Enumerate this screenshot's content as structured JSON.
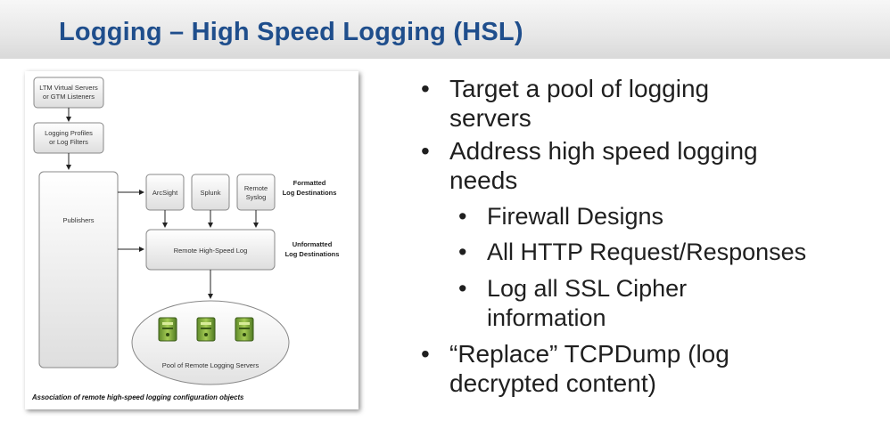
{
  "slide": {
    "title": "Logging – High Speed Logging (HSL)"
  },
  "diagram": {
    "ltm_box": [
      "LTM Virtual Servers",
      "or GTM Listeners"
    ],
    "profile_box": [
      "Logging Profiles",
      "or Log Filters"
    ],
    "publishers": "Publishers",
    "arcsight": "ArcSight",
    "splunk": "Splunk",
    "syslog": [
      "Remote",
      "Syslog"
    ],
    "formatted": [
      "Formatted",
      "Log Destinations"
    ],
    "remote_hsl": "Remote High-Speed Log",
    "unformatted": [
      "Unformatted",
      "Log Destinations"
    ],
    "pool": "Pool of Remote Logging Servers",
    "caption": "Association of remote high-speed logging configuration objects"
  },
  "bullets": [
    {
      "text": "Target a pool of logging servers",
      "lines": [
        "Target a pool of logging",
        "servers"
      ]
    },
    {
      "text": "Address high speed logging needs",
      "lines": [
        "Address high speed logging",
        "needs"
      ]
    },
    {
      "text": "Firewall Designs",
      "lines": [
        "Firewall Designs"
      ]
    },
    {
      "text": "All HTTP Request/Responses",
      "lines": [
        "All HTTP Request/Responses"
      ]
    },
    {
      "text": "Log all SSL Cipher information",
      "lines": [
        "Log all SSL Cipher",
        "information"
      ]
    },
    {
      "text": "“Replace” TCPDump (log decrypted content)",
      "lines": [
        "“Replace” TCPDump (log",
        "decrypted content)"
      ]
    }
  ],
  "bullet_glyph": "•"
}
